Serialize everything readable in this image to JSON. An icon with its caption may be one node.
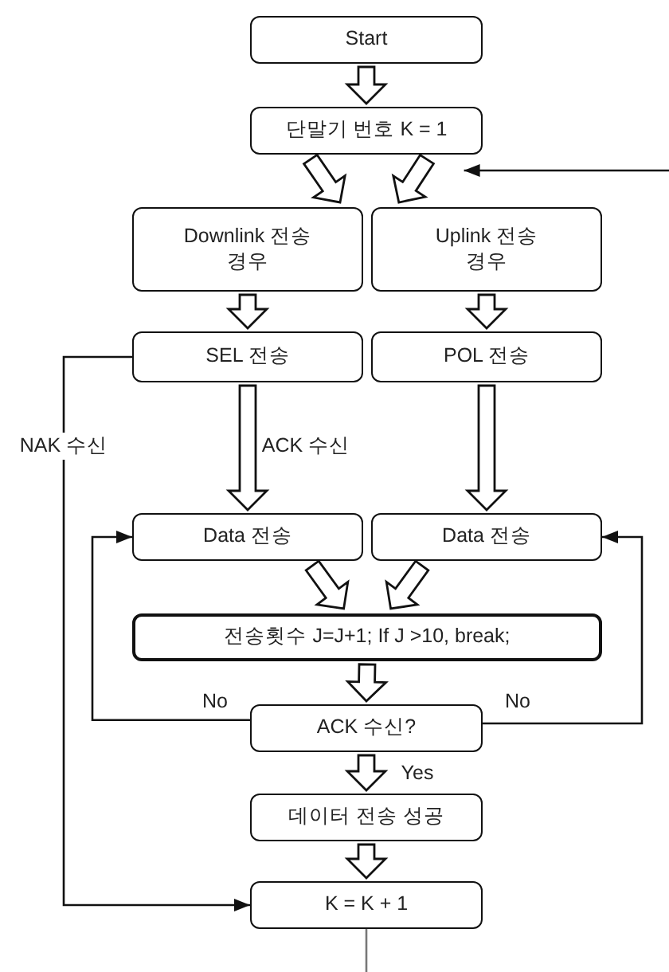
{
  "diagram": {
    "nodes": [
      {
        "text": [
          "Start"
        ]
      },
      {
        "text": [
          "단말기 번호 K = 1"
        ]
      },
      {
        "text": [
          "Downlink 전송 경우"
        ]
      },
      {
        "text": [
          "Uplink 전송 경우"
        ]
      },
      {
        "text": [
          "SEL 전송"
        ]
      },
      {
        "text": [
          "POL 전송"
        ]
      },
      {
        "text": [
          "Data 전송"
        ]
      },
      {
        "text": [
          "Data 전송"
        ]
      },
      {
        "text": [
          "전송횟수 J=J+1; If J >10, break;"
        ]
      },
      {
        "text": [
          "ACK 수신?"
        ]
      },
      {
        "text": [
          "데이터 전송 성공"
        ]
      },
      {
        "text": [
          "K = K + 1"
        ]
      }
    ],
    "edges": [
      {
        "from": 0,
        "to": 1,
        "arrow": "to",
        "style": "thick"
      },
      {
        "from": 1,
        "to": 2,
        "arrow": "to",
        "style": "thick"
      },
      {
        "from": 1,
        "to": 3,
        "arrow": "to",
        "style": "thick"
      },
      {
        "from": 2,
        "to": 4,
        "arrow": "to",
        "style": "thick"
      },
      {
        "from": 3,
        "to": 5,
        "arrow": "to",
        "style": "thick"
      },
      {
        "from": 4,
        "to": 6,
        "arrow": "to",
        "style": "thick",
        "label": "ACK 수신"
      },
      {
        "from": 5,
        "to": 7,
        "arrow": "to",
        "style": "thick"
      },
      {
        "from": 6,
        "to": 8,
        "arrow": "to",
        "style": "thick"
      },
      {
        "from": 7,
        "to": 8,
        "arrow": "to",
        "style": "thick"
      },
      {
        "from": 8,
        "to": 9,
        "arrow": "to",
        "style": "thick"
      },
      {
        "from": 9,
        "to": 10,
        "arrow": "to",
        "style": "thick",
        "label": "Yes"
      },
      {
        "from": 10,
        "to": 11,
        "arrow": "to",
        "style": "thick"
      },
      {
        "from": 4,
        "to": 11,
        "arrow": "to",
        "label": "NAK 수신"
      },
      {
        "from": 9,
        "to": 6,
        "arrow": "to",
        "label": "No"
      },
      {
        "from": 9,
        "to": 7,
        "arrow": "to",
        "label": "No"
      },
      {
        "from": null,
        "to": 1,
        "arrow": "to"
      },
      {
        "from": 11,
        "to": null,
        "arrow": "none",
        "color": "#777777"
      }
    ]
  }
}
